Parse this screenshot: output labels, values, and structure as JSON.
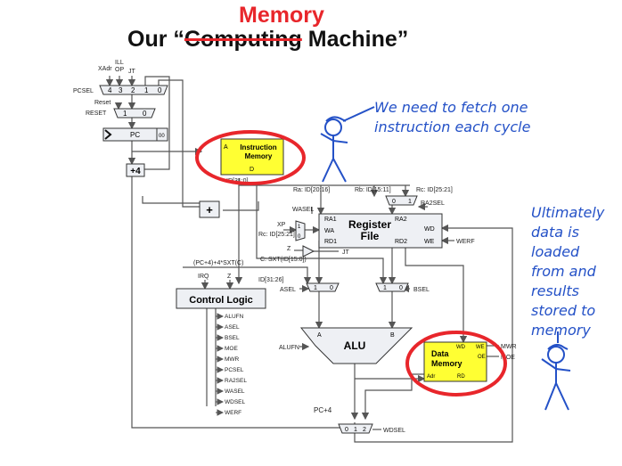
{
  "title": {
    "prefix": "Our “",
    "struck": "Computing",
    "suffix": " Machine”",
    "correction": "Memory"
  },
  "notes": {
    "fetch": [
      "We need to fetch one",
      "instruction each cycle"
    ],
    "memory": [
      "Ultimately",
      "data is",
      "loaded",
      "from and",
      "results",
      "stored to",
      "memory"
    ]
  },
  "blocks": {
    "instr_mem": {
      "label_1": "Instruction",
      "label_2": "Memory",
      "port_a": "A",
      "port_d": "D"
    },
    "pc": {
      "label": "PC",
      "suffix": "00"
    },
    "plus4": "+4",
    "adder": "+",
    "reg_file": {
      "label_1": "Register",
      "label_2": "File",
      "ra1": "RA1",
      "ra2": "RA2",
      "wa": "WA",
      "wd": "WD",
      "rd1": "RD1",
      "rd2": "RD2",
      "we": "WE"
    },
    "alu": {
      "label": "ALU",
      "in_a": "A",
      "in_b": "B"
    },
    "control": "Control Logic",
    "data_mem": {
      "label_1": "Data",
      "label_2": "Memory",
      "wd": "WD",
      "we": "WE",
      "oe": "OE",
      "adr": "Adr",
      "rd": "RD"
    }
  },
  "mux_inputs": {
    "pcsel": [
      "4",
      "3",
      "2",
      "1",
      "0"
    ],
    "reset": [
      "1",
      "0"
    ],
    "ra2sel": [
      "0",
      "1"
    ],
    "wasel": [
      "1",
      "0"
    ],
    "asel": [
      "1",
      "0"
    ],
    "bsel": [
      "1",
      "0"
    ],
    "wdsel": [
      "0",
      "1",
      "2"
    ]
  },
  "signals": {
    "xadr": "XAdr",
    "ill_op_1": "ILL",
    "ill_op_2": "OP",
    "jt_top": "JT",
    "pcsel": "PCSEL",
    "reset_in": "Reset",
    "reset": "RESET",
    "id_31_0": "ID[31:0]",
    "ra": "Ra: ID[20:16]",
    "rb": "Rb: ID[15:11]",
    "rc_top": "Rc: ID[25:21]",
    "ra2sel": "RA2SEL",
    "wasel": "WASEL",
    "xp": "XP",
    "rc_wa": "Rc: ID[25:21]",
    "werf_in": "WERF",
    "z_mid": "Z",
    "jt_mid": "JT",
    "sxt": "C: SXT(ID[15:0])",
    "branch": "(PC+4)+4*SXT(C)",
    "irq": "IRQ",
    "z_ctrl": "Z",
    "id_31_26": "ID[31:26]",
    "asel_in": "ASEL",
    "bsel_in": "BSEL",
    "alufn_in": "ALUFN",
    "mwr_in": "MWR",
    "moe_in": "MOE",
    "pc4": "PC+4",
    "wdsel_in": "WDSEL",
    "control_outputs": [
      "ALUFN",
      "ASEL",
      "BSEL",
      "MOE",
      "MWR",
      "PCSEL",
      "RA2SEL",
      "WASEL",
      "WDSEL",
      "WERF"
    ]
  },
  "colors": {
    "highlight_fill": "#ffff33",
    "circle": "#e8262b",
    "strike": "#e8262b",
    "note_text": "#2451c7",
    "stick_figure": "#2451c7",
    "wire": "#555555",
    "block_fill": "#eef0f4"
  }
}
